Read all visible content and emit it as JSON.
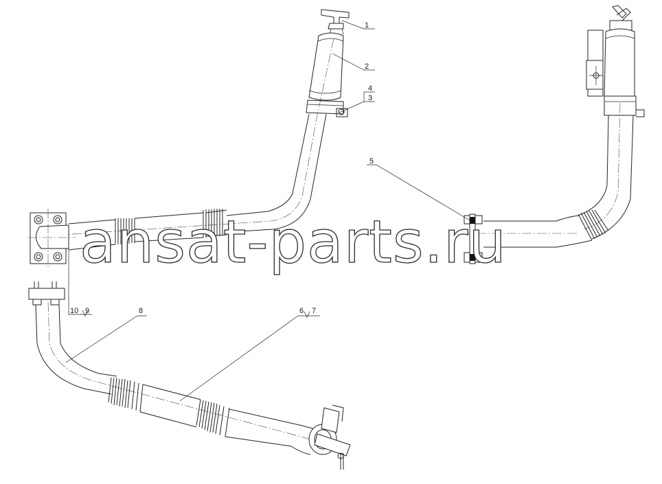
{
  "diagram": {
    "part_labels": [
      "1",
      "2",
      "3",
      "4",
      "5",
      "6",
      "7",
      "8",
      "9",
      "10"
    ],
    "watermark": "ansat-parts.ru",
    "colors": {
      "line": "#222222",
      "background": "#ffffff"
    }
  }
}
